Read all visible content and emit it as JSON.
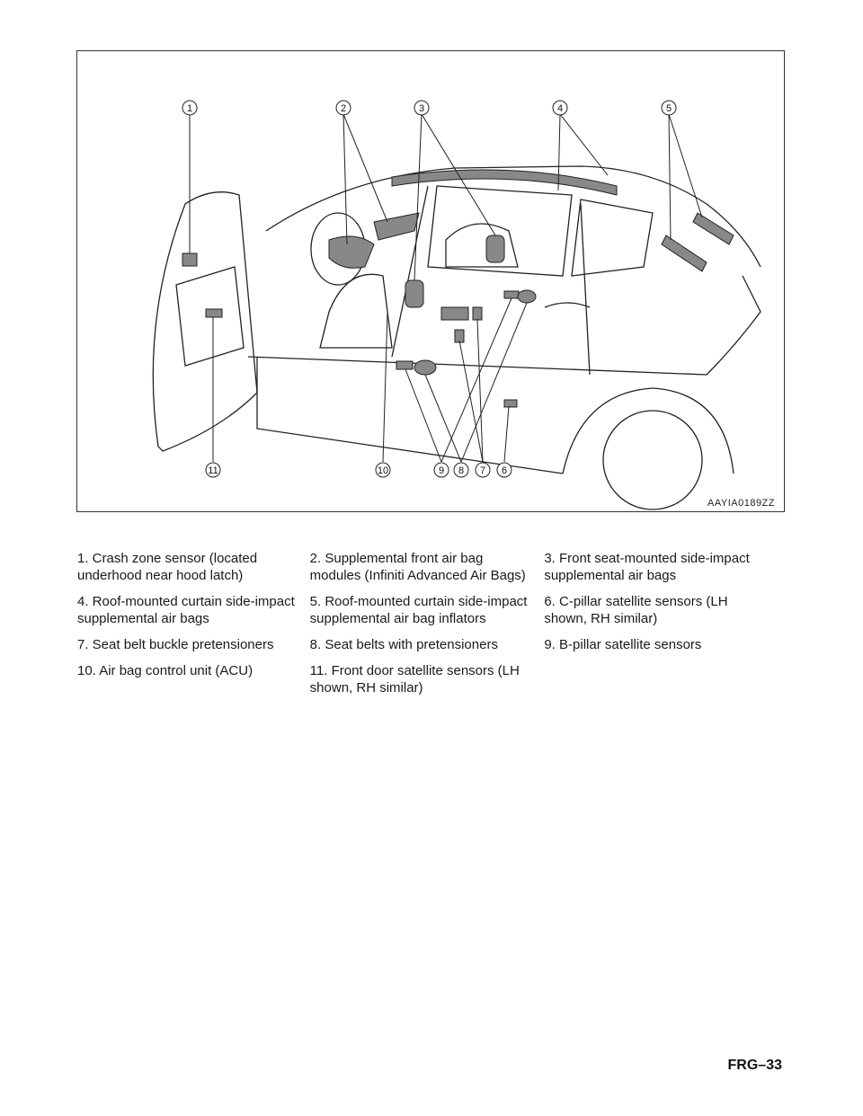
{
  "figure": {
    "code": "AAYIA0189ZZ",
    "callouts": [
      "1",
      "2",
      "3",
      "4",
      "5",
      "6",
      "7",
      "8",
      "9",
      "10",
      "11"
    ]
  },
  "legend": {
    "rows": [
      [
        "1. Crash zone sensor (located underhood near hood latch)",
        "2. Supplemental front air bag modules (Infiniti Advanced Air Bags)",
        "3. Front seat-mounted side-impact supplemental air bags"
      ],
      [
        "4. Roof-mounted curtain side-impact supplemental air bags",
        "5. Roof-mounted curtain side-impact supplemental air bag inflators",
        "6. C-pillar satellite sensors (LH shown, RH similar)"
      ],
      [
        "7. Seat belt buckle pretensioners",
        "8. Seat belts with pretensioners",
        "9. B-pillar satellite sensors"
      ],
      [
        "10. Air bag control unit (ACU)",
        "11. Front door satellite sensors (LH shown, RH similar)",
        ""
      ]
    ]
  },
  "page_number": "FRG–33"
}
